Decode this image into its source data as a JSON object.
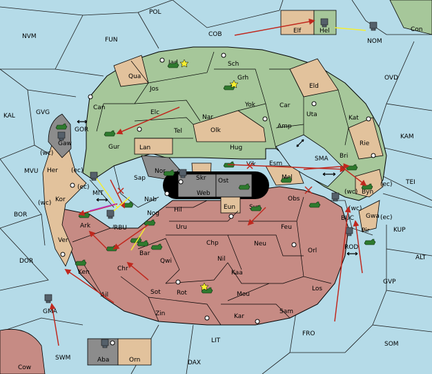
{
  "colors": {
    "sea": "#b5dbe8",
    "green": "#a6c79a",
    "pink": "#c68b84",
    "tan": "#e2c29c",
    "gray": "#8c8c8c",
    "move_arrow": "#c0281e",
    "support_line": "#f4ee30",
    "convoy_line": "#c030c0"
  },
  "sea_labels": [
    "POL",
    "NVM",
    "FUN",
    "COB",
    "NOM",
    "Con",
    "OVD",
    "KAL",
    "GVG",
    "GOR",
    "KAM",
    "MVU",
    "BOR",
    "TEI",
    "SMA",
    "MIT",
    "RBU",
    "KUP",
    "DOR",
    "ALT",
    "GVP",
    "SOM",
    "FRO",
    "LIT",
    "SWM",
    "DAX",
    "BUC",
    "ROD"
  ],
  "green_labels": [
    "Jad",
    "Sch",
    "Qua",
    "Grh",
    "Jos",
    "Eld",
    "Can",
    "Yok",
    "Car",
    "Elc",
    "Nar",
    "Uta",
    "Kat",
    "Tel",
    "Olk",
    "Amp",
    "Gur",
    "Hug",
    "Rie",
    "Nor",
    "Vik",
    "Esm",
    "Bri",
    "Sap",
    "Nab"
  ],
  "tan_labels": [
    "Elf",
    "Hel",
    "Lan",
    "Her",
    "Kor",
    "Ver",
    "Mel",
    "Byn",
    "Gwa",
    "Orn",
    "Eun"
  ],
  "pink_labels": [
    "Obs",
    "Sun",
    "Hil",
    "Uru",
    "Feu",
    "Ark",
    "Nog",
    "Bar",
    "Chp",
    "Neu",
    "Orl",
    "Nil",
    "Kaa",
    "Chr",
    "Ken",
    "Qwi",
    "Rot",
    "Mou",
    "Los",
    "Sot",
    "Ail",
    "Zin",
    "Kar",
    "Sam",
    "Pir",
    "GMA",
    "Cow"
  ],
  "gray_labels": [
    "Gaw",
    "Skr",
    "Ost",
    "Web",
    "Aba"
  ],
  "coast_tags": [
    "(wc)",
    "(ec)",
    "(ec)",
    "(wc)",
    "(wc)",
    "(ec)",
    "(wc)",
    "(ec)"
  ],
  "units_army_count": 22,
  "units_fleet_count": 10
}
